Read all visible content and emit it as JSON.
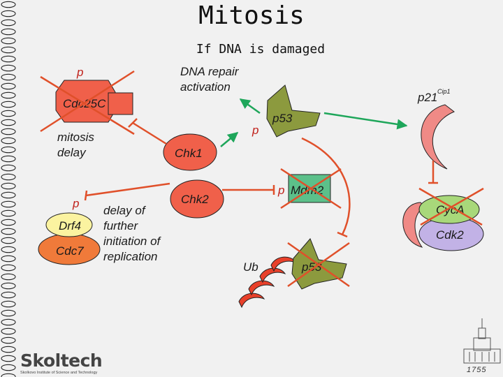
{
  "slide": {
    "title": "Mitosis",
    "subtitle": "If DNA is damaged"
  },
  "labels": {
    "p_cdc25c": "p",
    "cdc25c": "Cdc25C",
    "mitosis_delay_line1": "mitosis",
    "mitosis_delay_line2": "delay",
    "dna_repair_line1": "DNA repair",
    "dna_repair_line2": "activation",
    "p53_top": "p53",
    "p_p53": "p",
    "chk1": "Chk1",
    "chk2": "Chk2",
    "p_mdm2": "p",
    "mdm2": "Mdm2",
    "p21": "p21",
    "p21_sup": "Cip1",
    "cyca": "CycA",
    "cdk2": "Cdk2",
    "p_drf4": "p",
    "drf4": "Drf4",
    "cdc7": "Cdc7",
    "delay_line1": "delay of",
    "delay_line2": "further",
    "delay_line3": "initiation of",
    "delay_line4": "replication",
    "ub": "Ub",
    "p53_bottom": "p53"
  },
  "logo": {
    "name": "Skoltech",
    "tagline": "Skolkovo Institute of Science and Technology",
    "crest_year": "1755"
  },
  "colors": {
    "red_node": "#f0604a",
    "orange_node": "#f07a3a",
    "yellow_node": "#fbf3a0",
    "olive_protein": "#8c9a3e",
    "mdm2": "#5cc08a",
    "pink_p21": "#f08a86",
    "cyca_green": "#a8d87a",
    "cdk2_purple": "#c2b2e6",
    "inhibit_red": "#e0502a",
    "activate_green": "#1ea65a",
    "cross_red": "#e0502a"
  }
}
